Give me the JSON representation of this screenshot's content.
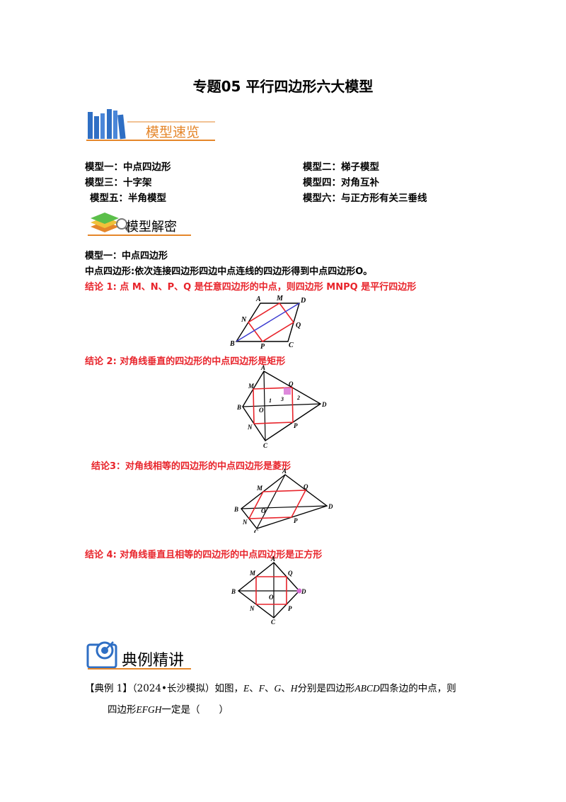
{
  "title": "专题05  平行四边形六大模型",
  "banner_overview": "模型速览",
  "models": [
    "模型一：中点四边形",
    "模型二：梯子模型",
    "模型三：十字架",
    "模型四：对角互补",
    "模型五：半角模型",
    "模型六：与正方形有关三垂线"
  ],
  "banner_decode": "模型解密",
  "section_heading": "模型一：中点四边形",
  "definition": "中点四边形:依次连接四边形四边中点连线的四边形得到中点四边形O。",
  "conclusions": [
    "结论 1: 点 M、N、P、Q 是任意四边形的中点，则四边形 MNPQ 是平行四边形",
    "结论 2: 对角线垂直的四边形的中点四边形是矩形",
    "结论3：对角线相等的四边形的中点四边形是菱形",
    "结论 4: 对角线垂直且相等的四边形的中点四边形是正方形"
  ],
  "fig1_labels": {
    "A": "A",
    "M": "M",
    "D": "D",
    "N": "N",
    "Q": "Q",
    "B": "B",
    "P": "P",
    "C": "C"
  },
  "fig2_labels": {
    "A": "A",
    "M": "M",
    "Q": "Q",
    "B": "B",
    "O": "O",
    "D": "D",
    "N": "N",
    "P": "P",
    "C": "C",
    "n1": "1",
    "n2": "2",
    "n3": "3"
  },
  "fig3_labels": {
    "A": "A",
    "M": "M",
    "Q": "Q",
    "B": "B",
    "O": "O",
    "D": "D",
    "N": "N",
    "P": "P",
    "C": "C"
  },
  "fig4_labels": {
    "A": "A",
    "M": "M",
    "Q": "Q",
    "B": "B",
    "O": "O",
    "D": "D",
    "N": "N",
    "P": "P",
    "C": "C"
  },
  "banner_examples": "典例精讲",
  "example": {
    "tag": "【典例 1】",
    "source": "（2024•长沙模拟）",
    "t1": "如图，",
    "E": "E",
    "sep1": "、",
    "F": "F",
    "sep2": "、",
    "G": "G",
    "sep3": "、",
    "H": "H",
    "t2": "分别是四边形",
    "ABCD": "ABCD",
    "t3": "四条边的中点，则",
    "t4": "四边形",
    "EFGH": "EFGH",
    "t5": "一定是（　　）"
  },
  "colors": {
    "red": "#e8242b",
    "blue": "#3a3ad0",
    "banner_orange": "#e5862a",
    "book_blue": "#2f6fc4"
  }
}
